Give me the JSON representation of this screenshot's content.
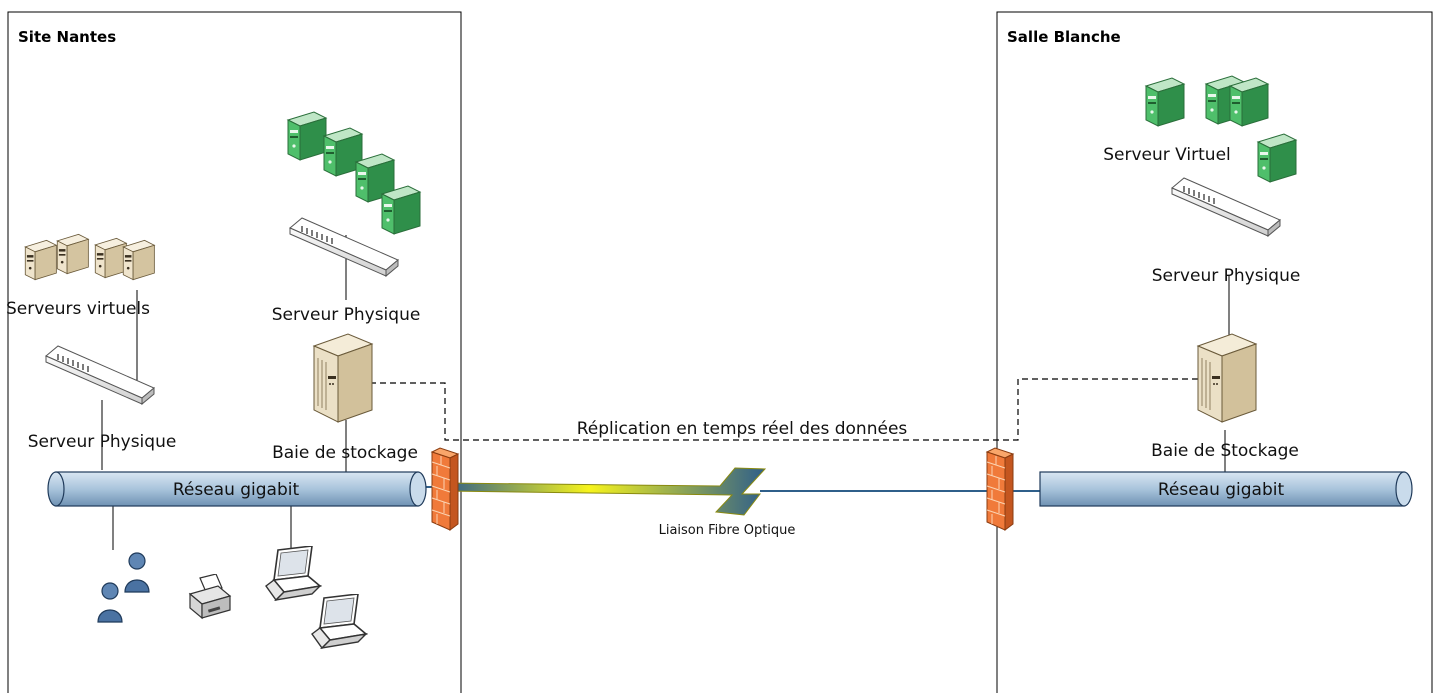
{
  "sites": {
    "nantes": {
      "title": "Site Nantes",
      "virtual_servers_label": "Serveurs virtuels",
      "physical_server_left_label": "Serveur Physique",
      "physical_server_right_label": "Serveur Physique",
      "storage_label": "Baie de stockage",
      "network_label": "Réseau gigabit"
    },
    "salle_blanche": {
      "title": "Salle Blanche",
      "virtual_server_label": "Serveur Virtuel",
      "physical_server_label": "Serveur Physique",
      "storage_label": "Baie de Stockage",
      "network_label": "Réseau gigabit"
    }
  },
  "link": {
    "replication_label": "Réplication en temps réel des données",
    "fiber_label": "Liaison Fibre Optique"
  },
  "icons": {
    "virtual_server": "server-tower-icon",
    "switch": "switch-icon",
    "storage": "storage-array-icon",
    "firewall": "firewall-icon",
    "user": "user-icon",
    "printer": "printer-icon",
    "laptop": "laptop-icon",
    "lightning": "lightning-bolt-icon"
  },
  "colors": {
    "border": "#000000",
    "network_pipe": "#a9c4dc",
    "green_server": "#3ea85a",
    "beige_server": "#e8dcc4",
    "firewall": "#f07a3a",
    "lightning": "#f5f516"
  }
}
